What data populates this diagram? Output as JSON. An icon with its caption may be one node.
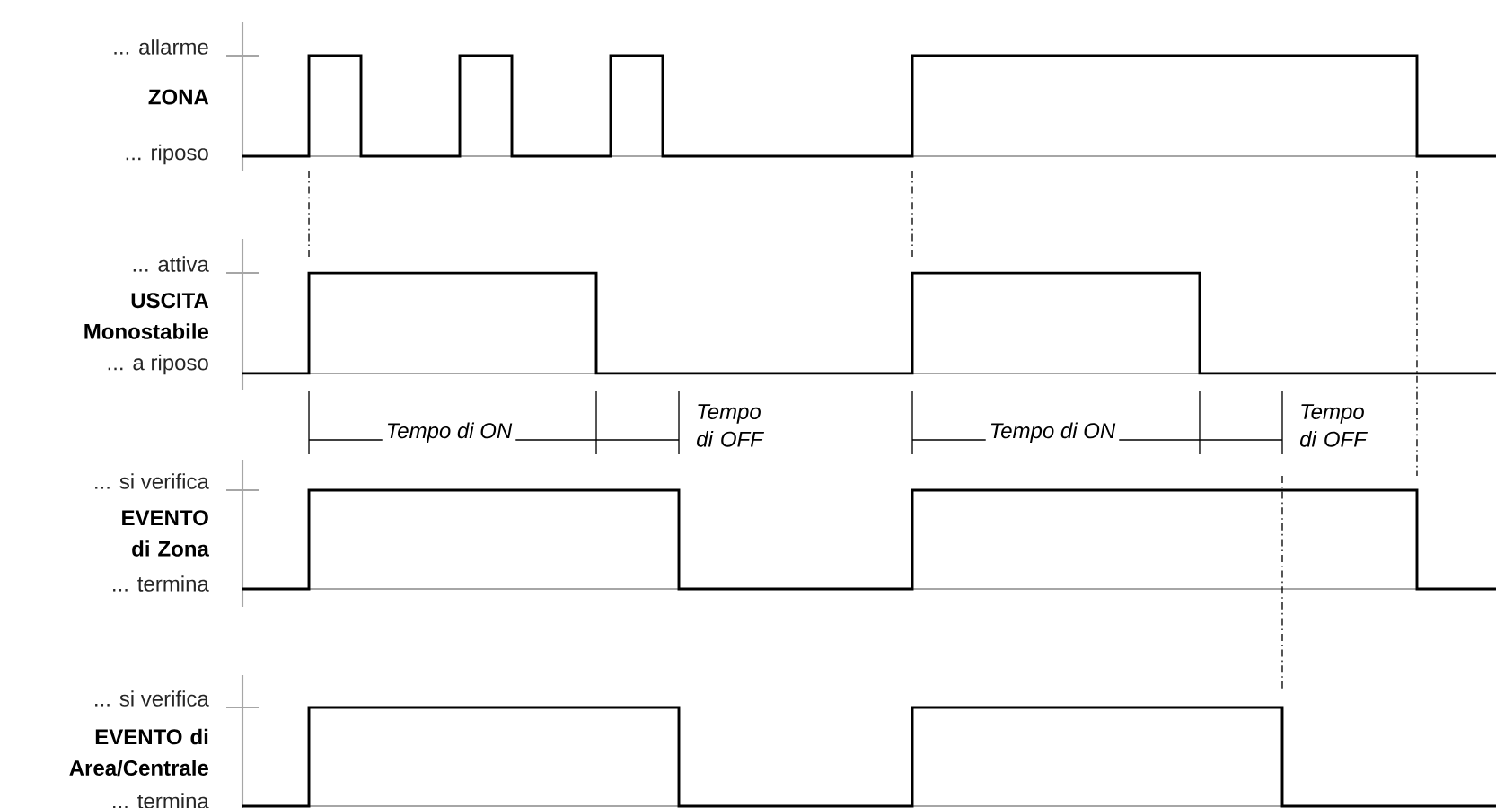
{
  "diagram": {
    "labels": [
      "... allarme",
      "ZONA",
      "... riposo",
      "... attiva",
      "USCITA Monostabile",
      "... a riposo",
      "Tempo di ON",
      "Tempo di OFF",
      "Tempo di ON",
      "Tempo di OFF",
      "... si verifica",
      "EVENTO di Zona",
      "... termina",
      "... si verifica",
      "EVENTO di Area/Centrale",
      "... termina"
    ]
  }
}
